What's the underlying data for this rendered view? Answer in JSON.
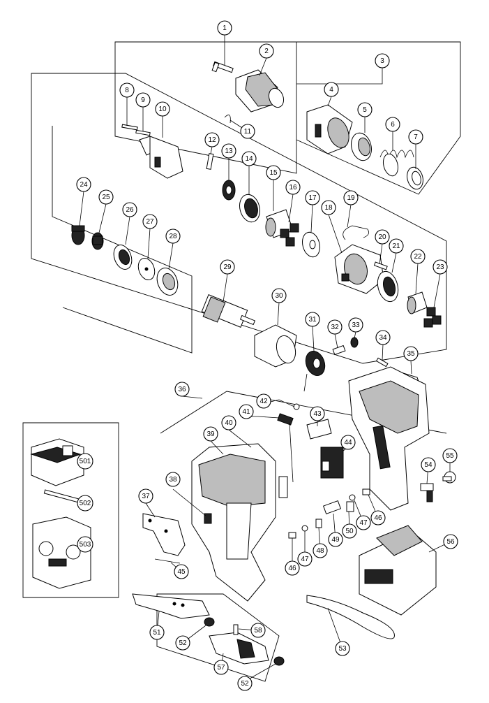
{
  "diagram": {
    "callouts": [
      {
        "id": "c1",
        "label": "1"
      },
      {
        "id": "c2",
        "label": "2"
      },
      {
        "id": "c3",
        "label": "3"
      },
      {
        "id": "c4",
        "label": "4"
      },
      {
        "id": "c5",
        "label": "5"
      },
      {
        "id": "c6",
        "label": "6"
      },
      {
        "id": "c7",
        "label": "7"
      },
      {
        "id": "c8",
        "label": "8"
      },
      {
        "id": "c9",
        "label": "9"
      },
      {
        "id": "c10",
        "label": "10"
      },
      {
        "id": "c11",
        "label": "11"
      },
      {
        "id": "c12",
        "label": "12"
      },
      {
        "id": "c13",
        "label": "13"
      },
      {
        "id": "c14",
        "label": "14"
      },
      {
        "id": "c15",
        "label": "15"
      },
      {
        "id": "c16",
        "label": "16"
      },
      {
        "id": "c17",
        "label": "17"
      },
      {
        "id": "c18",
        "label": "18"
      },
      {
        "id": "c19",
        "label": "19"
      },
      {
        "id": "c20",
        "label": "20"
      },
      {
        "id": "c21",
        "label": "21"
      },
      {
        "id": "c22",
        "label": "22"
      },
      {
        "id": "c23",
        "label": "23"
      },
      {
        "id": "c24",
        "label": "24"
      },
      {
        "id": "c25",
        "label": "25"
      },
      {
        "id": "c26",
        "label": "26"
      },
      {
        "id": "c27",
        "label": "27"
      },
      {
        "id": "c28",
        "label": "28"
      },
      {
        "id": "c29",
        "label": "29"
      },
      {
        "id": "c30",
        "label": "30"
      },
      {
        "id": "c31",
        "label": "31"
      },
      {
        "id": "c32",
        "label": "32"
      },
      {
        "id": "c33",
        "label": "33"
      },
      {
        "id": "c34",
        "label": "34"
      },
      {
        "id": "c35",
        "label": "35"
      },
      {
        "id": "c36",
        "label": "36"
      },
      {
        "id": "c37",
        "label": "37"
      },
      {
        "id": "c38",
        "label": "38"
      },
      {
        "id": "c39",
        "label": "39"
      },
      {
        "id": "c40",
        "label": "40"
      },
      {
        "id": "c41",
        "label": "41"
      },
      {
        "id": "c42",
        "label": "42"
      },
      {
        "id": "c43",
        "label": "43"
      },
      {
        "id": "c44",
        "label": "44"
      },
      {
        "id": "c45",
        "label": "45"
      },
      {
        "id": "c46a",
        "label": "46"
      },
      {
        "id": "c46b",
        "label": "46"
      },
      {
        "id": "c47a",
        "label": "47"
      },
      {
        "id": "c47b",
        "label": "47"
      },
      {
        "id": "c48",
        "label": "48"
      },
      {
        "id": "c49",
        "label": "49"
      },
      {
        "id": "c50",
        "label": "50"
      },
      {
        "id": "c51",
        "label": "51"
      },
      {
        "id": "c52a",
        "label": "52"
      },
      {
        "id": "c52b",
        "label": "52"
      },
      {
        "id": "c53",
        "label": "53"
      },
      {
        "id": "c54",
        "label": "54"
      },
      {
        "id": "c55",
        "label": "55"
      },
      {
        "id": "c56",
        "label": "56"
      },
      {
        "id": "c57",
        "label": "57"
      },
      {
        "id": "c58",
        "label": "58"
      },
      {
        "id": "c501",
        "label": "501"
      },
      {
        "id": "c502",
        "label": "502"
      },
      {
        "id": "c503",
        "label": "503"
      }
    ]
  }
}
